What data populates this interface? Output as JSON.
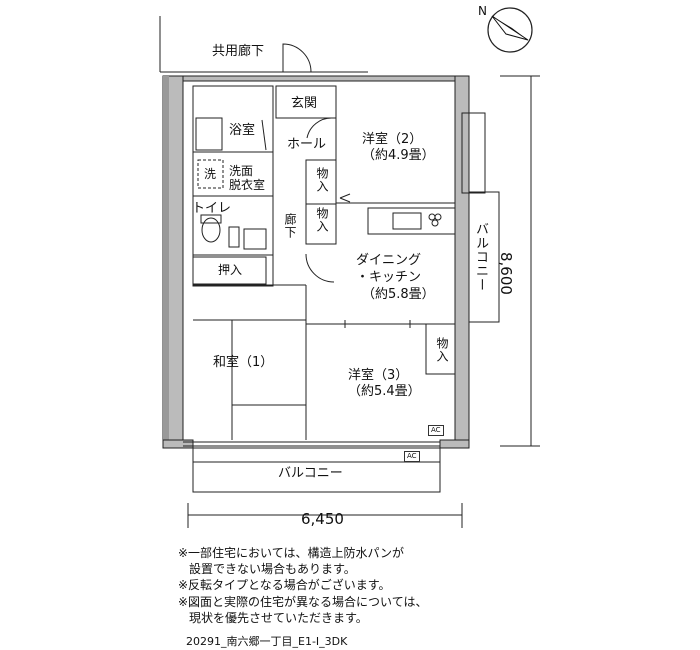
{
  "header": {
    "corridor_label": "共用廊下",
    "compass_letter": "N"
  },
  "rooms": {
    "entrance": "玄関",
    "hall": "ホール",
    "bath": "浴室",
    "washer": "洗",
    "washroom_line1": "洗面",
    "washroom_line2": "脱衣室",
    "toilet": "トイレ",
    "storage": "物入",
    "corridor": "廊下",
    "closet": "押入",
    "western2_name": "洋室（2）",
    "western2_size": "（約4.9畳）",
    "dining_line1": "ダイニング",
    "dining_line2": "・キッチン",
    "dining_size": "（約5.8畳）",
    "japanese_name": "和室（1）",
    "western3_name": "洋室（3）",
    "western3_size": "（約5.4畳）",
    "balcony_side": "バルコニー",
    "balcony_bottom": "バルコニー",
    "ac": "AC"
  },
  "dimensions": {
    "width": "6,450",
    "depth": "8,600"
  },
  "notes": [
    "※一部住宅においては、構造上防水パンが",
    "設置できない場合もあります。",
    "※反転タイプとなる場合がございます。",
    "※図面と実際の住宅が異なる場合については、",
    "現状を優先させていただきます。"
  ],
  "footer_code": "20291_南六郷一丁目_E1-Ⅰ_3DK"
}
